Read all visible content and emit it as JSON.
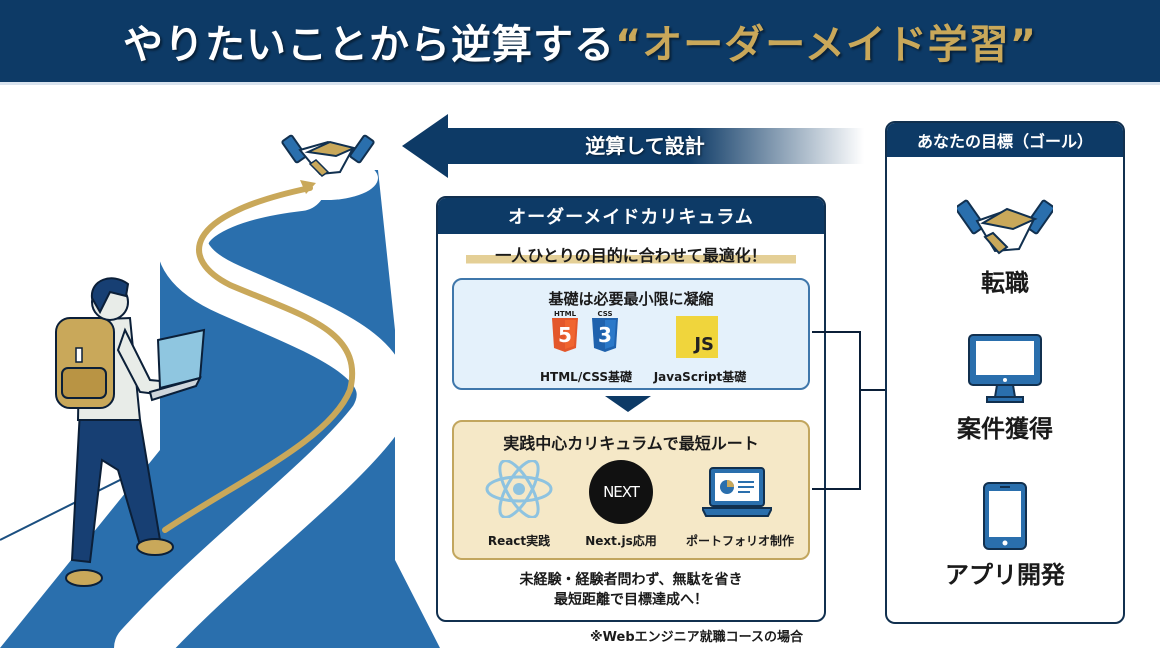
{
  "banner": {
    "title_main": "やりたいことから逆算する",
    "title_accent": "“オーダーメイド学習”"
  },
  "arrow": {
    "label": "逆算して設計"
  },
  "curriculum": {
    "header": "オーダーメイドカリキュラム",
    "subtitle": "一人ひとりの目的に合わせて最適化！",
    "basics": {
      "title": "基礎は必要最小限に凝縮",
      "items": [
        {
          "label": "HTML/CSS基礎",
          "icons": [
            "HTML",
            "CSS"
          ]
        },
        {
          "label": "JavaScript基礎",
          "icons": [
            "JS"
          ]
        }
      ]
    },
    "practice": {
      "title": "実践中心カリキュラムで最短ルート",
      "items": [
        {
          "label": "React実践",
          "icon": "react-icon"
        },
        {
          "label": "Next.js応用",
          "icon": "nextjs-icon",
          "icon_text": "NEXT"
        },
        {
          "label": "ポートフォリオ制作",
          "icon": "laptop-chart-icon"
        }
      ]
    },
    "footer_line1": "未経験・経験者問わず、無駄を省き",
    "footer_line2": "最短距離で目標達成へ！"
  },
  "note": "※Webエンジニア就職コースの場合",
  "goal": {
    "header": "あなたの目標（ゴール）",
    "items": [
      {
        "label": "転職",
        "icon": "handshake-icon"
      },
      {
        "label": "案件獲得",
        "icon": "monitor-icon"
      },
      {
        "label": "アプリ開発",
        "icon": "smartphone-icon"
      }
    ]
  },
  "colors": {
    "navy": "#0d3a66",
    "blue": "#2a6fad",
    "gold": "#c9a85a",
    "light_blue_bg": "#e4f1fb",
    "beige_bg": "#f5e8c7"
  }
}
